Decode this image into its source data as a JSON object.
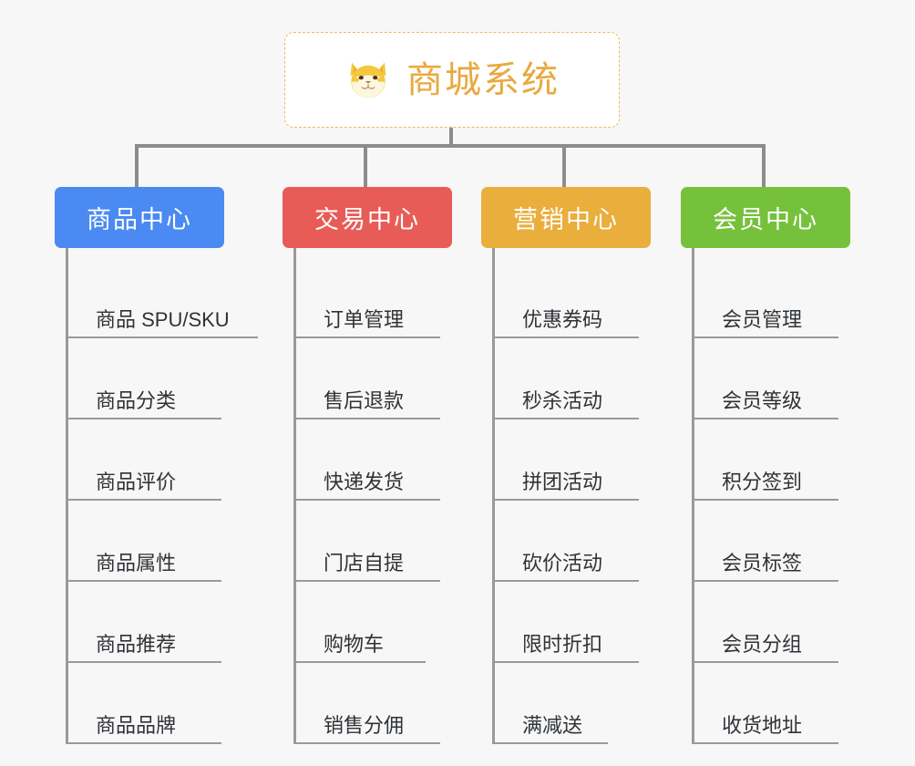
{
  "root": {
    "icon": "shiba-dog-face-emoji",
    "title": "商城系统",
    "accent_color": "#e8a93f",
    "border_color": "#e9b95f"
  },
  "connector_color": "#8c8c8c",
  "background_color": "#f7f7f7",
  "branches": [
    {
      "label": "商品中心",
      "color": "#4a8af2",
      "items": [
        "商品 SPU/SKU",
        "商品分类",
        "商品评价",
        "商品属性",
        "商品推荐",
        "商品品牌"
      ]
    },
    {
      "label": "交易中心",
      "color": "#e85c58",
      "items": [
        "订单管理",
        "售后退款",
        "快递发货",
        "门店自提",
        "购物车",
        "销售分佣"
      ]
    },
    {
      "label": "营销中心",
      "color": "#e9ae3b",
      "items": [
        "优惠券码",
        "秒杀活动",
        "拼团活动",
        "砍价活动",
        "限时折扣",
        "满减送"
      ]
    },
    {
      "label": "会员中心",
      "color": "#76c13c",
      "items": [
        "会员管理",
        "会员等级",
        "积分签到",
        "会员标签",
        "会员分组",
        "收货地址"
      ]
    }
  ]
}
